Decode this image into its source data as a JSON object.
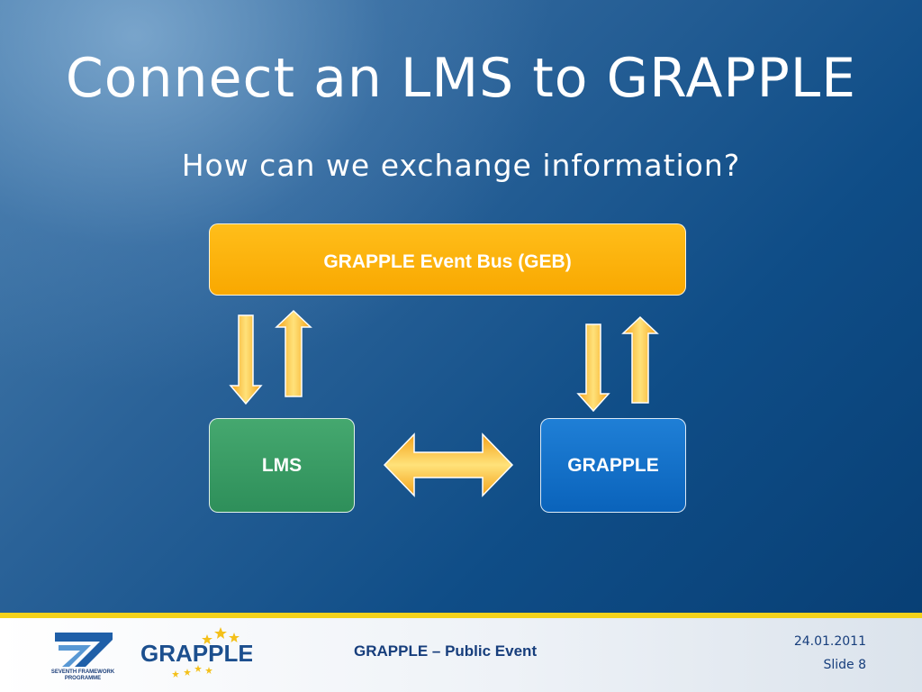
{
  "slide": {
    "title": "Connect an LMS to GRAPPLE",
    "subtitle": "How can we exchange information?"
  },
  "diagram": {
    "bus_label": "GRAPPLE Event Bus (GEB)",
    "lms_label": "LMS",
    "grapple_label": "GRAPPLE"
  },
  "footer": {
    "event_text": "GRAPPLE – Public Event",
    "date": "24.01.2011",
    "slide_number": "Slide 8",
    "fp7_caption_line1": "SEVENTH FRAMEWORK",
    "fp7_caption_line2": "PROGRAMME",
    "grapple_logo_text": "GRAPPLE"
  },
  "colors": {
    "bus": "#f9a800",
    "lms": "#2e8f5a",
    "grapple": "#0a63bb",
    "arrow": "#f7b21f",
    "footer_text": "#173e7c",
    "footer_stripe": "#f4d21a"
  }
}
